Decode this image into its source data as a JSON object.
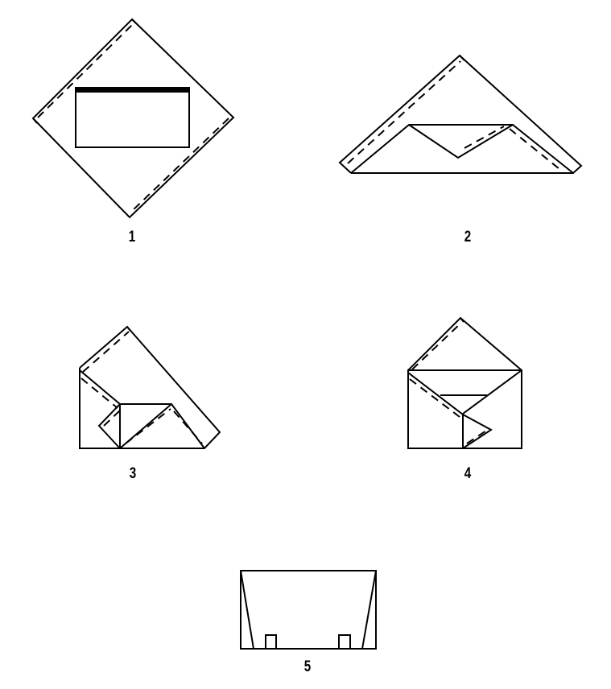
{
  "steps": [
    {
      "label": "1"
    },
    {
      "label": "2"
    },
    {
      "label": "3"
    },
    {
      "label": "4"
    },
    {
      "label": "5"
    }
  ],
  "colors": {
    "line": "#000000",
    "background": "#ffffff"
  }
}
